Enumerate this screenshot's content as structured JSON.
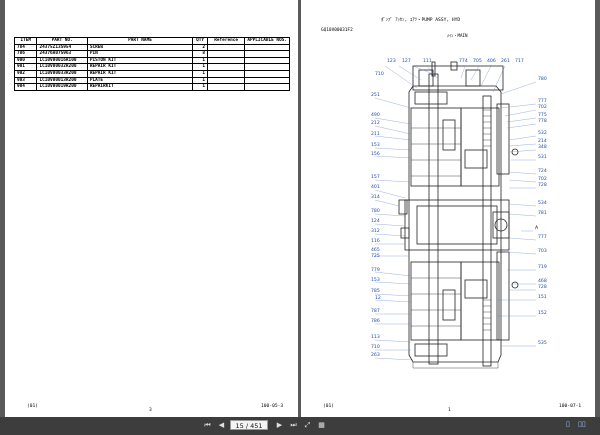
{
  "left_page": {
    "table": {
      "headers": [
        "ITEM",
        "PART NO.",
        "PART NAME",
        "QTY",
        "Reference",
        "APPLICABLE NOS."
      ],
      "rows": [
        {
          "item": "784",
          "part_no": "24375Z13S954",
          "name": "SCREW",
          "qty": "2"
        },
        {
          "item": "786",
          "part_no": "24376A07S963",
          "name": "PIN",
          "qty": "8"
        },
        {
          "item": "900",
          "part_no": "LC10V00016R100",
          "name": "PISTON KIT",
          "qty": "1"
        },
        {
          "item": "901",
          "part_no": "LC10V00032R200",
          "name": "REPAIR KIT",
          "qty": "1"
        },
        {
          "item": "902",
          "part_no": "LC10V00033R200",
          "name": "REPAIR KIT",
          "qty": "1"
        },
        {
          "item": "903",
          "part_no": "LC10V00013R200",
          "name": "PLATE",
          "qty": "1"
        },
        {
          "item": "904",
          "part_no": "LC10V00019R200",
          "name": "REPAIRKIT",
          "qty": "1"
        }
      ]
    },
    "footer_left": "(01)",
    "footer_center": "3",
    "footer_right": "100-05-3"
  },
  "right_page": {
    "title": "ﾎﾟﾝﾌﾟ ｱｯｾﾝ, ﾕｱﾂ・PUMP ASSY, HYD",
    "code": "GQ10V00031F2",
    "subtitle": "ﾒｲﾝ・MAIN",
    "callouts_top": [
      "123",
      "127",
      "111",
      "774",
      "705",
      "406",
      "261",
      "717"
    ],
    "callouts_left": [
      "710",
      "251",
      "490",
      "212",
      "211",
      "153",
      "156",
      "157",
      "401",
      "314",
      "780",
      "124",
      "312",
      "116",
      "465",
      "725",
      "779",
      "153",
      "785",
      "12",
      "787",
      "786",
      "113",
      "710",
      "263"
    ],
    "callouts_right": [
      "780",
      "777",
      "702",
      "775",
      "778",
      "532",
      "214",
      "348",
      "531",
      "724",
      "702",
      "728",
      "534",
      "781",
      "777",
      "703",
      "719",
      "468",
      "728",
      "151",
      "152",
      "535"
    ],
    "marker_a": "A",
    "footer_left": "(01)",
    "footer_center": "1",
    "footer_right": "100-07-1"
  },
  "toolbar": {
    "first_icon": "⏮",
    "prev_icon": "◀",
    "page_value": "15 / 451",
    "next_icon": "▶",
    "last_icon": "⏭",
    "fit_icon": "⤢",
    "view_icon": "▦",
    "single_icon": "▯",
    "double_icon": "▯▯"
  }
}
